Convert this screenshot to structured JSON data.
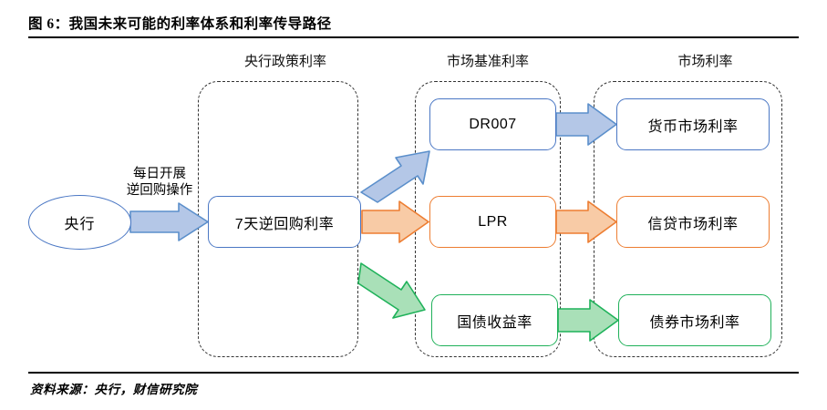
{
  "figure": {
    "title": "图 6：我国未来可能的利率体系和利率传导路径",
    "source": "资料来源：央行，财信研究院"
  },
  "columns": [
    {
      "id": "policy-rate",
      "caption": "央行政策利率"
    },
    {
      "id": "benchmark-rate",
      "caption": "市场基准利率"
    },
    {
      "id": "market-rate",
      "caption": "市场利率"
    }
  ],
  "nodes": {
    "central_bank": "央行",
    "reverse_repo": "7天逆回购利率",
    "dr007": "DR007",
    "lpr": "LPR",
    "treasury_yield": "国债收益率",
    "money_market_rate": "货币市场利率",
    "credit_market_rate": "信贷市场利率",
    "bond_market_rate": "债券市场利率"
  },
  "labels": {
    "daily_repo_line1": "每日开展",
    "daily_repo_line2": "逆回购操作"
  },
  "colors": {
    "blue_stroke": "#4A77C4",
    "blue_fill": "#B4C7E7",
    "orange_stroke": "#ED7D31",
    "orange_fill": "#F8CBA6",
    "green_stroke": "#20B15A",
    "green_fill": "#A9E0B8",
    "rule": "#000000",
    "group_border": "#333333"
  },
  "flows": [
    {
      "from": "central_bank",
      "to": "reverse_repo",
      "color": "blue",
      "direction": "horizontal"
    },
    {
      "from": "reverse_repo",
      "to": "dr007",
      "color": "blue",
      "direction": "diagonal-up"
    },
    {
      "from": "reverse_repo",
      "to": "lpr",
      "color": "orange",
      "direction": "horizontal"
    },
    {
      "from": "reverse_repo",
      "to": "treasury_yield",
      "color": "green",
      "direction": "diagonal-down"
    },
    {
      "from": "dr007",
      "to": "money_market_rate",
      "color": "blue",
      "direction": "horizontal"
    },
    {
      "from": "lpr",
      "to": "credit_market_rate",
      "color": "orange",
      "direction": "horizontal"
    },
    {
      "from": "treasury_yield",
      "to": "bond_market_rate",
      "color": "green",
      "direction": "horizontal"
    }
  ]
}
